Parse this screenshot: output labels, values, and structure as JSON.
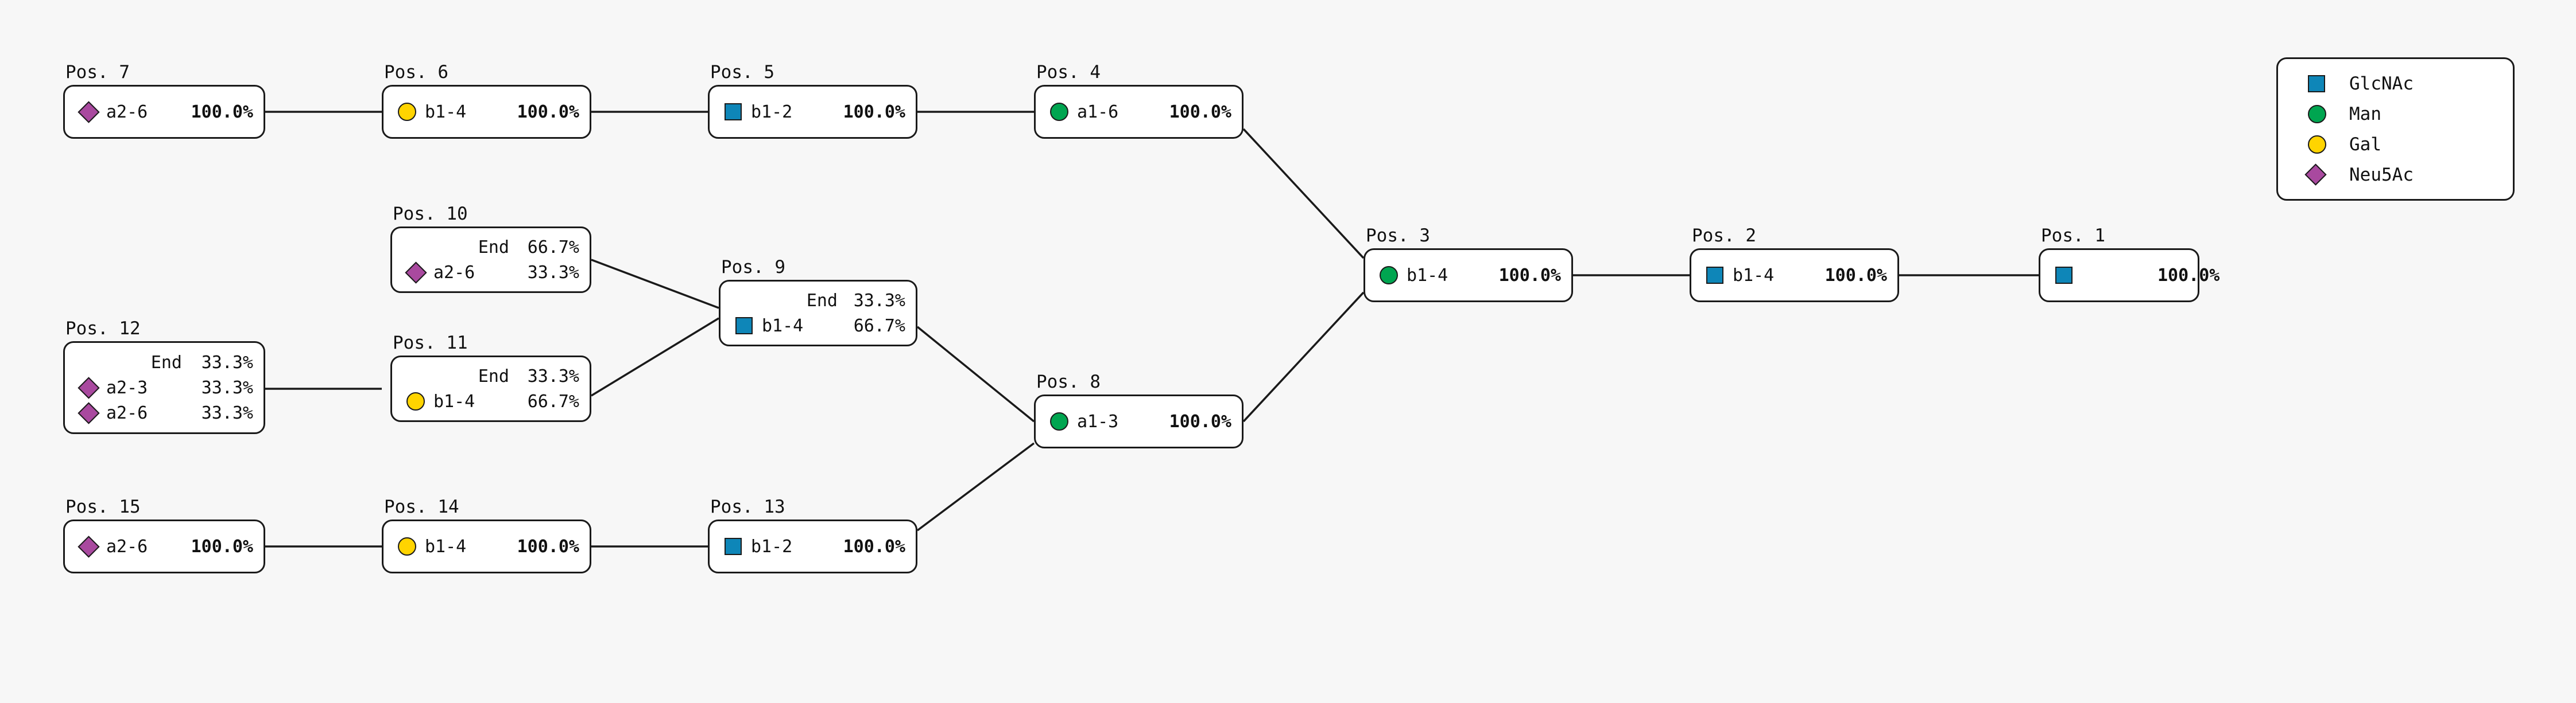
{
  "diagram": {
    "type": "glycan-structure-tree",
    "background_color": "#f7f7f7",
    "node_border_color": "#1a1a1a",
    "edge_color": "#1a1a1a"
  },
  "monosaccharide_colors": {
    "GlcNAc": "#0e86b8",
    "Man": "#00a550",
    "Gal": "#ffd400",
    "Neu5Ac": "#a9499f"
  },
  "legend": {
    "items": [
      {
        "icon": "square-icon",
        "shape": "square",
        "color": "#0e86b8",
        "label": "GlcNAc"
      },
      {
        "icon": "circle-icon",
        "shape": "circle",
        "color": "#00a550",
        "label": "Man"
      },
      {
        "icon": "circle-icon",
        "shape": "circle",
        "color": "#ffd400",
        "label": "Gal"
      },
      {
        "icon": "diamond-icon",
        "shape": "diamond",
        "color": "#a9499f",
        "label": "Neu5Ac"
      }
    ]
  },
  "nodes": [
    {
      "id": "pos1",
      "label": "Pos. 1",
      "rows": [
        {
          "shape": "square",
          "residue": "GlcNAc",
          "linkage": "",
          "percent": "100.0%",
          "bold": true
        }
      ]
    },
    {
      "id": "pos2",
      "label": "Pos. 2",
      "rows": [
        {
          "shape": "square",
          "residue": "GlcNAc",
          "linkage": "b1-4",
          "percent": "100.0%",
          "bold": true
        }
      ]
    },
    {
      "id": "pos3",
      "label": "Pos. 3",
      "rows": [
        {
          "shape": "circle",
          "residue": "Man",
          "linkage": "b1-4",
          "percent": "100.0%",
          "bold": true
        }
      ]
    },
    {
      "id": "pos4",
      "label": "Pos. 4",
      "rows": [
        {
          "shape": "circle",
          "residue": "Man",
          "linkage": "a1-6",
          "percent": "100.0%",
          "bold": true
        }
      ]
    },
    {
      "id": "pos5",
      "label": "Pos. 5",
      "rows": [
        {
          "shape": "square",
          "residue": "GlcNAc",
          "linkage": "b1-2",
          "percent": "100.0%",
          "bold": true
        }
      ]
    },
    {
      "id": "pos6",
      "label": "Pos. 6",
      "rows": [
        {
          "shape": "circle",
          "residue": "Gal",
          "linkage": "b1-4",
          "percent": "100.0%",
          "bold": true
        }
      ]
    },
    {
      "id": "pos7",
      "label": "Pos. 7",
      "rows": [
        {
          "shape": "diamond",
          "residue": "Neu5Ac",
          "linkage": "a2-6",
          "percent": "100.0%",
          "bold": true
        }
      ]
    },
    {
      "id": "pos8",
      "label": "Pos. 8",
      "rows": [
        {
          "shape": "circle",
          "residue": "Man",
          "linkage": "a1-3",
          "percent": "100.0%",
          "bold": true
        }
      ]
    },
    {
      "id": "pos9",
      "label": "Pos. 9",
      "rows": [
        {
          "shape": "none",
          "residue": "",
          "linkage": "End",
          "percent": "33.3%",
          "bold": false
        },
        {
          "shape": "square",
          "residue": "GlcNAc",
          "linkage": "b1-4",
          "percent": "66.7%",
          "bold": false
        }
      ]
    },
    {
      "id": "pos10",
      "label": "Pos. 10",
      "rows": [
        {
          "shape": "none",
          "residue": "",
          "linkage": "End",
          "percent": "66.7%",
          "bold": false
        },
        {
          "shape": "diamond",
          "residue": "Neu5Ac",
          "linkage": "a2-6",
          "percent": "33.3%",
          "bold": false
        }
      ]
    },
    {
      "id": "pos11",
      "label": "Pos. 11",
      "rows": [
        {
          "shape": "none",
          "residue": "",
          "linkage": "End",
          "percent": "33.3%",
          "bold": false
        },
        {
          "shape": "circle",
          "residue": "Gal",
          "linkage": "b1-4",
          "percent": "66.7%",
          "bold": false
        }
      ]
    },
    {
      "id": "pos12",
      "label": "Pos. 12",
      "rows": [
        {
          "shape": "none",
          "residue": "",
          "linkage": "End",
          "percent": "33.3%",
          "bold": false
        },
        {
          "shape": "diamond",
          "residue": "Neu5Ac",
          "linkage": "a2-3",
          "percent": "33.3%",
          "bold": false
        },
        {
          "shape": "diamond",
          "residue": "Neu5Ac",
          "linkage": "a2-6",
          "percent": "33.3%",
          "bold": false
        }
      ]
    },
    {
      "id": "pos13",
      "label": "Pos. 13",
      "rows": [
        {
          "shape": "square",
          "residue": "GlcNAc",
          "linkage": "b1-2",
          "percent": "100.0%",
          "bold": true
        }
      ]
    },
    {
      "id": "pos14",
      "label": "Pos. 14",
      "rows": [
        {
          "shape": "circle",
          "residue": "Gal",
          "linkage": "b1-4",
          "percent": "100.0%",
          "bold": true
        }
      ]
    },
    {
      "id": "pos15",
      "label": "Pos. 15",
      "rows": [
        {
          "shape": "diamond",
          "residue": "Neu5Ac",
          "linkage": "a2-6",
          "percent": "100.0%",
          "bold": true
        }
      ]
    }
  ],
  "edges": [
    {
      "from": "pos7",
      "to": "pos6"
    },
    {
      "from": "pos6",
      "to": "pos5"
    },
    {
      "from": "pos5",
      "to": "pos4"
    },
    {
      "from": "pos4",
      "to": "pos3"
    },
    {
      "from": "pos12",
      "to": "pos11"
    },
    {
      "from": "pos10",
      "to": "pos9"
    },
    {
      "from": "pos11",
      "to": "pos9"
    },
    {
      "from": "pos9",
      "to": "pos8"
    },
    {
      "from": "pos15",
      "to": "pos14"
    },
    {
      "from": "pos14",
      "to": "pos13"
    },
    {
      "from": "pos13",
      "to": "pos8"
    },
    {
      "from": "pos8",
      "to": "pos3"
    },
    {
      "from": "pos3",
      "to": "pos2"
    },
    {
      "from": "pos2",
      "to": "pos1"
    }
  ]
}
